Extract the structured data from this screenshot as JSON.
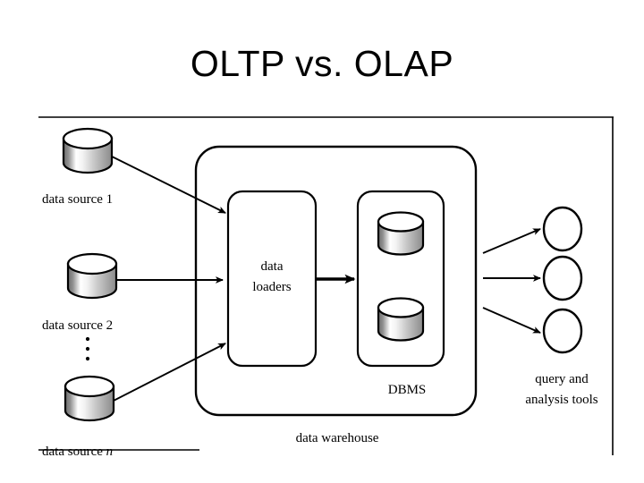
{
  "slide": {
    "title": "OLTP vs. OLAP",
    "background_color": "#ffffff",
    "text_color": "#000000"
  },
  "figure": {
    "frame": {
      "top_rule": true,
      "right_rule": true,
      "bottom_rule_partial": true
    },
    "sources": [
      {
        "id": "source-1",
        "label": "data source 1",
        "icon": "database-cylinder-icon"
      },
      {
        "id": "source-2",
        "label": "data source 2",
        "icon": "database-cylinder-icon"
      },
      {
        "id": "source-n",
        "label": "data source n",
        "icon": "database-cylinder-icon",
        "italic_suffix": true
      }
    ],
    "vertical_ellipsis": "⋮",
    "warehouse": {
      "label": "data warehouse",
      "loaders": {
        "label_line_1": "data",
        "label_line_2": "loaders"
      },
      "dbms": {
        "label": "DBMS",
        "stores": [
          {
            "id": "dbms-store-1",
            "icon": "database-cylinder-icon"
          },
          {
            "id": "dbms-store-2",
            "icon": "database-cylinder-icon"
          }
        ]
      }
    },
    "tools": {
      "label_line_1": "query and",
      "label_line_2": "analysis tools",
      "nodes": [
        {
          "id": "tool-node-1",
          "icon": "ellipse-node-icon"
        },
        {
          "id": "tool-node-2",
          "icon": "ellipse-node-icon"
        },
        {
          "id": "tool-node-3",
          "icon": "ellipse-node-icon"
        }
      ]
    },
    "arrows": [
      {
        "id": "arrow-source-1-to-loaders",
        "from": "source-1",
        "to": "loaders"
      },
      {
        "id": "arrow-source-2-to-loaders",
        "from": "source-2",
        "to": "loaders"
      },
      {
        "id": "arrow-source-n-to-loaders",
        "from": "source-n",
        "to": "loaders"
      },
      {
        "id": "arrow-loaders-to-dbms",
        "from": "loaders",
        "to": "dbms"
      },
      {
        "id": "arrow-dbms-to-tool-1",
        "from": "dbms",
        "to": "tool-node-1"
      },
      {
        "id": "arrow-dbms-to-tool-2",
        "from": "dbms",
        "to": "tool-node-2"
      },
      {
        "id": "arrow-dbms-to-tool-3",
        "from": "dbms",
        "to": "tool-node-3"
      }
    ]
  }
}
